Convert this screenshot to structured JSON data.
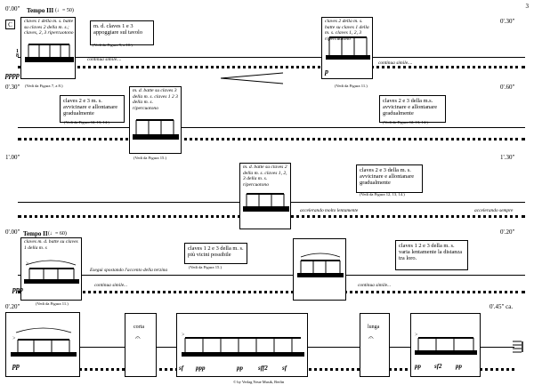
{
  "page_number": "3",
  "rehearsal_mark": "C",
  "time_signature": {
    "top": "1",
    "bottom": "8"
  },
  "systems": [
    {
      "time_start": "0'.00\"",
      "time_end": "0'.30\"",
      "tempo": "Tempo III",
      "tempo_value": "= 50)"
    },
    {
      "time_start": "0'.30\"",
      "time_end": "0'.60\""
    },
    {
      "time_start": "1'.00\"",
      "time_end": "1'.30\""
    },
    {
      "time_start": "0'.00\"",
      "time_end": "0'.20\"",
      "tempo": "Tempo II",
      "tempo_value": "= 60)"
    },
    {
      "time_start": "0'.20\"",
      "time_end": "0'.45\" ca."
    }
  ],
  "instructions": {
    "box1": "claves 1 della m. s. batte su claves 2 della m. s.; claves, 2, 3 ripercuotono",
    "box1_md": "m. d. claves 1 e 3 appoggiare sul tavolo",
    "box2": "claves 2 della m. s. batte su claves 1 della m. s. claves 1, 2, 3 ripercuotono",
    "sys2_left": "claves 2 e 3 m. s. avvicinare e allontanare gradualmente",
    "sys2_box": "m. d. batte su claves 3 della m. s. claves 1 2 3 della m. s. ripercuotono",
    "sys2_right": "claves 2 e 3 della m.s. avvicinare e allontanare gradualmente",
    "sys3_box": "m. d. batte su claves 2 della m. s. claves 1, 2, 3 della m. s. ripercuotono",
    "sys3_right": "claves 2 e 3 della m. s. avvicinare e allontanare gradualmente",
    "sys4_box": "claves m. d. batte su claves 1 della m. s",
    "sys4_mid": "claves 1 2 e 3 della m. s. più vicini possibile",
    "sys4_right": "claves 1 2 e 3 della m. s. varia lentamente la distanza tra loro.",
    "sys4_sposta": "Eseguì spostando l'accento della terzina",
    "corta": "corta",
    "lunga": "lunga"
  },
  "refs": {
    "r1": "(Vedi da Figura 7, a 8.)",
    "r2": "(Vedi da Figura 9, a 10.)",
    "r3": "(Vedi da Figura 11.)",
    "r4": "(Vedi da Figura 12, 13, 14.)",
    "r5": "(Vedi da Figura 15.)",
    "r6": "(Vedi da Figura 12, 13, 14.)",
    "r7": "(Vedi da Figura 15.)",
    "r8": "(Vedi da Figura 12, 13, 14.)",
    "r9": "(Vedi da Figura 11.)",
    "r10": "(Vedi da Figura 15.)"
  },
  "continuations": {
    "c1": "continua simile....",
    "c2": "continua simile....",
    "c3": "continua simile...",
    "c4": "continua simile...",
    "acc1": "accelerando molto lentamente",
    "acc2": "accelerando sempre"
  },
  "dynamics": {
    "d1": "pppp",
    "d2": "p",
    "d3": "ppp",
    "d4": "pp",
    "d5": "sf",
    "d6": "ppp",
    "d7": "pp",
    "d8": "sff2",
    "d9": "sf",
    "d10": "pp",
    "d11": "sf2",
    "d12": "pp"
  },
  "footer": "© by Verlag Neue Musik, Berlin"
}
